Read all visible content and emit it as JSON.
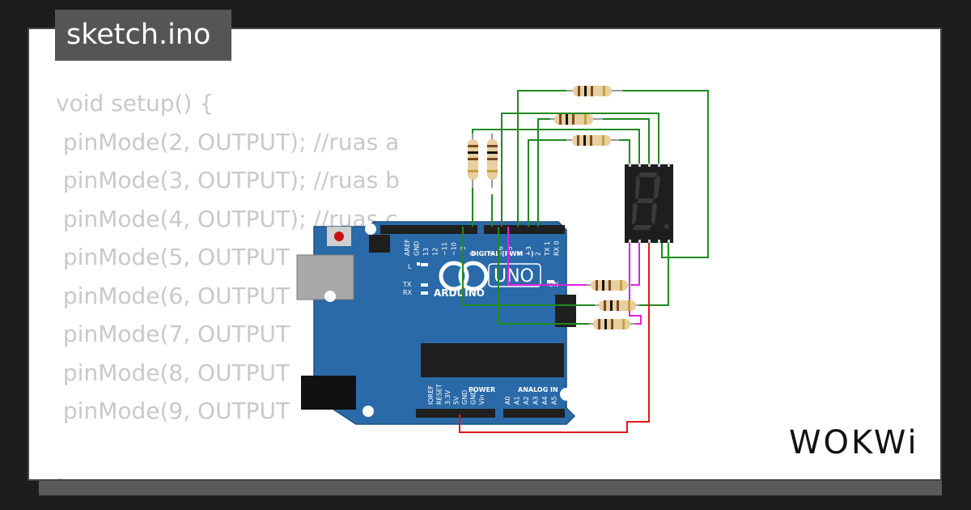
{
  "tab": {
    "filename": "sketch.ino"
  },
  "code": {
    "lines": [
      "void setup() {",
      " pinMode(2, OUTPUT); //ruas a",
      " pinMode(3, OUTPUT); //ruas b",
      " pinMode(4, OUTPUT); //ruas c",
      " pinMode(5, OUTPUT",
      " pinMode(6, OUTPUT",
      " pinMode(7, OUTPUT",
      " pinMode(8, OUTPUT",
      " pinMode(9, OUTPUT",
      "",
      "}"
    ]
  },
  "board": {
    "brand": "ARDUINO",
    "model": "UNO",
    "digital_label": "DIGITAL (PWM ~)",
    "power_label": "POWER",
    "analog_label": "ANALOG IN",
    "on_label": "ON",
    "led_l": "L",
    "led_tx": "TX",
    "led_rx": "RX",
    "top_pins": [
      "AREF",
      "GND",
      "13",
      "12",
      "~11",
      "~10",
      "~9",
      "8",
      "7",
      "~6",
      "~5",
      "4",
      "~3",
      "2",
      "TX 1",
      "RX 0"
    ],
    "bottom_pins": [
      "IOREF",
      "RESET",
      "3.3V",
      "5V",
      "GND",
      "GND",
      "Vin",
      "A0",
      "A1",
      "A2",
      "A3",
      "A4",
      "A5"
    ]
  },
  "colors": {
    "board": "#2a6aa8",
    "wire_green": "#1f8a1f",
    "wire_magenta": "#e020e0",
    "wire_red": "#e01818",
    "display": "#1e1e1e",
    "resistor": "#e8cfa0"
  },
  "logo": {
    "text": "WOKWi"
  }
}
